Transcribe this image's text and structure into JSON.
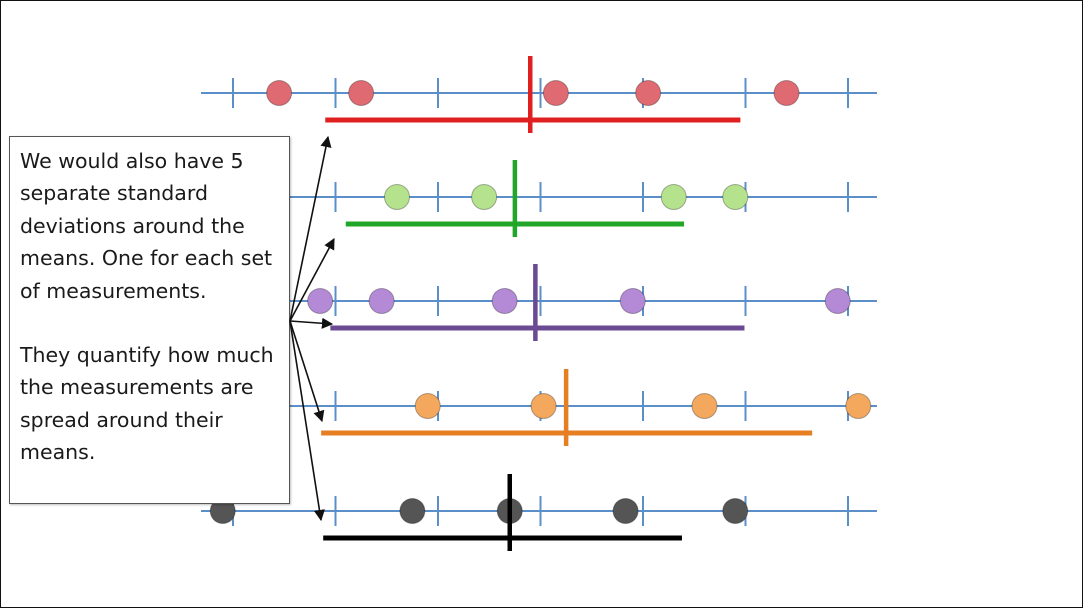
{
  "callout": {
    "paragraph1": "We would also have 5 separate standard deviations around the means. One for each set of measurements.",
    "paragraph2": "They quantify how much the measurements are spread around their means."
  },
  "colors": {
    "axis": "#5b8fc9",
    "arrow": "#111111"
  },
  "rows": [
    {
      "name": "red",
      "color": "#e02020",
      "point_color": "#e06a72",
      "points": [
        0.45,
        1.25,
        3.15,
        4.05,
        5.4
      ],
      "mean": 2.9,
      "sd_span": [
        0.9,
        4.95
      ]
    },
    {
      "name": "green",
      "color": "#22a629",
      "point_color": "#b5e28c",
      "points": [
        1.6,
        2.45,
        4.3,
        4.9
      ],
      "mean": 2.75,
      "sd_span": [
        1.1,
        4.4
      ]
    },
    {
      "name": "purple",
      "color": "#6a4a92",
      "point_color": "#b48ad6",
      "points": [
        0.85,
        1.45,
        2.65,
        3.9,
        5.9
      ],
      "mean": 2.95,
      "sd_span": [
        0.95,
        4.99
      ]
    },
    {
      "name": "orange",
      "color": "#e67e24",
      "point_color": "#f3a85e",
      "points": [
        1.9,
        3.03,
        4.6,
        6.1
      ],
      "mean": 3.25,
      "sd_span": [
        0.86,
        5.65
      ]
    },
    {
      "name": "black",
      "color": "#000000",
      "point_color": "#555555",
      "points": [
        -0.1,
        1.75,
        2.7,
        3.83,
        4.9
      ],
      "mean": 2.7,
      "sd_span": [
        0.88,
        4.38
      ]
    }
  ]
}
